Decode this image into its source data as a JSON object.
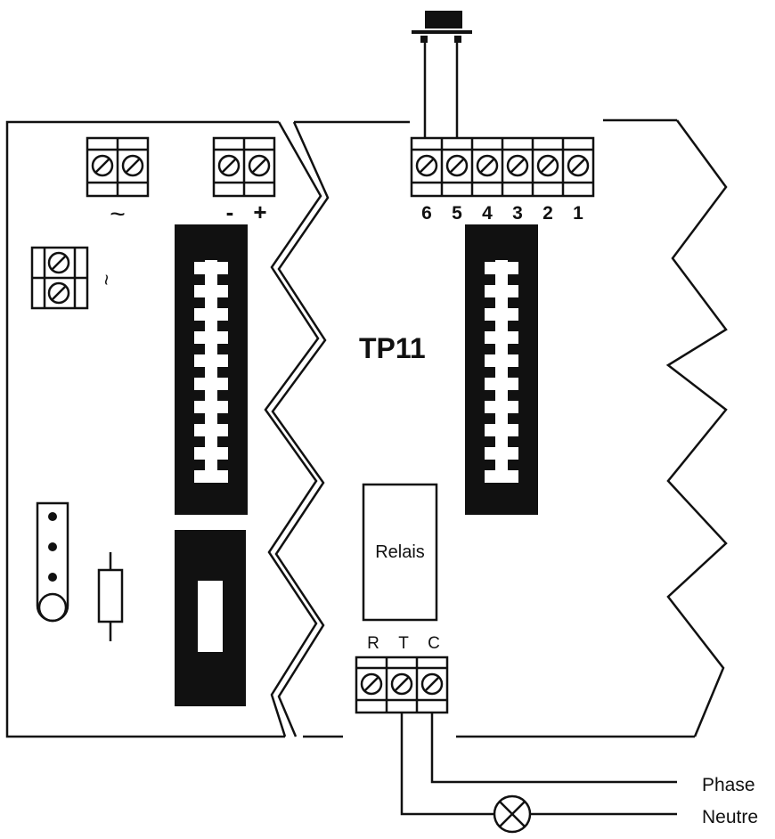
{
  "title": "TP11",
  "terminals_top": [
    "6",
    "5",
    "4",
    "3",
    "2",
    "1"
  ],
  "ac_symbol": "~",
  "ac_symbol_small": "~",
  "minus": "-",
  "plus": "+",
  "relay_label": "Relais",
  "relay_terminals": [
    "R",
    "T",
    "C"
  ],
  "wire_phase": "Phase",
  "wire_neutral": "Neutre"
}
